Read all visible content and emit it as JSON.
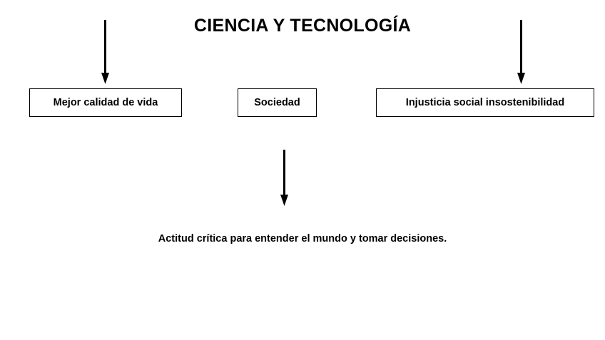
{
  "diagram": {
    "title": "CIENCIA Y TECNOLOGÍA",
    "nodes": [
      {
        "id": "mejor-calidad",
        "label": "Mejor calidad de vida"
      },
      {
        "id": "sociedad",
        "label": "Sociedad"
      },
      {
        "id": "injusticia",
        "label": "Injusticia social insostenibilidad"
      }
    ],
    "arrows": [
      {
        "id": "arrow-to-mejor-calidad",
        "icon": "down-arrow-icon",
        "direction": "down"
      },
      {
        "id": "arrow-to-injusticia",
        "icon": "down-arrow-icon",
        "direction": "down"
      },
      {
        "id": "arrow-to-conclusion",
        "icon": "down-arrow-icon",
        "direction": "down"
      }
    ],
    "conclusion": "Actitud crítica para entender el mundo y tomar decisiones.",
    "colors": {
      "background": "#ffffff",
      "stroke": "#000000",
      "text": "#000000"
    }
  }
}
